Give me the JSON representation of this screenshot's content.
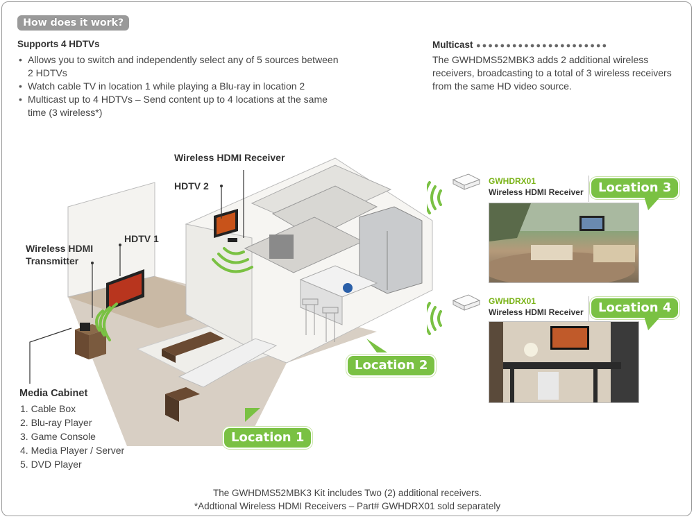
{
  "header": {
    "title": "How does it work?"
  },
  "hdtvs": {
    "title": "Supports 4 HDTVs",
    "bullets": [
      "Allows you to switch and independently select any of 5 sources between 2 HDTVs",
      "Watch cable TV in location 1 while playing a Blu-ray in location 2",
      "Multicast up to 4 HDTVs – Send content up to 4 locations at the same time (3 wireless*)"
    ]
  },
  "multicast": {
    "title": "Multicast",
    "text": "The GWHDMS52MBK3 adds 2 additional wireless receivers, broadcasting to a total of 3 wireless receivers from the same HD video source."
  },
  "labels": {
    "wireless_receiver": "Wireless HDMI Receiver",
    "hdtv2": "HDTV 2",
    "hdtv1": "HDTV 1",
    "transmitter_line1": "Wireless HDMI",
    "transmitter_line2": "Transmitter"
  },
  "remote_receivers": [
    {
      "model": "GWHDRX01",
      "desc": "Wireless HDMI Receiver",
      "location": "Location 3"
    },
    {
      "model": "GWHDRX01",
      "desc": "Wireless HDMI Receiver",
      "location": "Location 4"
    }
  ],
  "locations": {
    "loc1": "Location 1",
    "loc2": "Location 2"
  },
  "media_cabinet": {
    "title": "Media Cabinet",
    "items": [
      "1. Cable Box",
      "2. Blu-ray Player",
      "3. Game Console",
      "4. Media Player / Server",
      "5. DVD Player"
    ]
  },
  "footer": {
    "line1": "The GWHDMS52MBK3 Kit includes Two (2) additional receivers.",
    "line2": "*Addtional Wireless HDMI Receivers – Part# GWHDRX01 sold separately"
  },
  "colors": {
    "accent_green": "#7ac143",
    "model_green": "#7ab317",
    "header_gray": "#9a9a9a"
  }
}
